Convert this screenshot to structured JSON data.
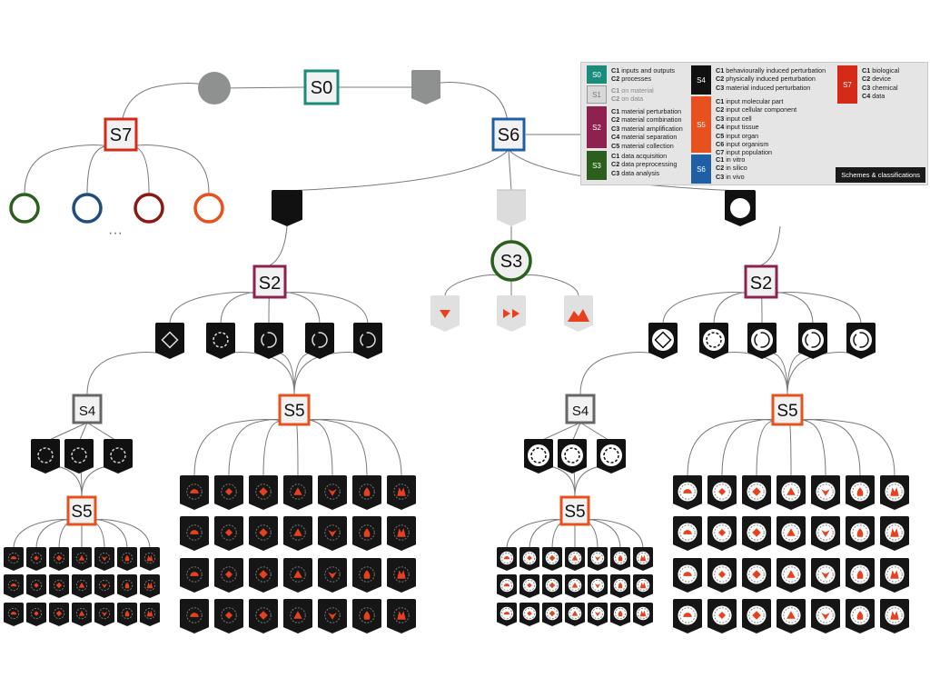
{
  "figure": {
    "ellipsis": "···"
  },
  "nodes": {
    "S0": "S0",
    "S2": "S2",
    "S3": "S3",
    "S4": "S4",
    "S5": "S5",
    "S6": "S6",
    "S7": "S7"
  },
  "colors": {
    "S0": "#1b8c7c",
    "S1": "#bdbdbd",
    "S2": "#8e2150",
    "S3": "#2b5f1e",
    "S4": "#111111",
    "S5": "#e8511d",
    "S6": "#1f5fa6",
    "S7": "#d42a17",
    "accent_red": "#e8401c",
    "tile": "#161616",
    "line": "#7a7a7a",
    "gray_node": "#8f9090"
  },
  "legend": {
    "blocks": [
      {
        "code": "S0",
        "color": "#1b8c7c",
        "muted": false,
        "items": [
          {
            "c": "C1",
            "t": "inputs and outputs"
          },
          {
            "c": "C2",
            "t": "processes"
          }
        ]
      },
      {
        "code": "S1",
        "color": "#d8d8d8",
        "muted": true,
        "items": [
          {
            "c": "C1",
            "t": "on material"
          },
          {
            "c": "C2",
            "t": "on data"
          }
        ]
      },
      {
        "code": "S2",
        "color": "#8e2150",
        "muted": false,
        "items": [
          {
            "c": "C1",
            "t": "material perturbation"
          },
          {
            "c": "C2",
            "t": "material combination"
          },
          {
            "c": "C3",
            "t": "material amplification"
          },
          {
            "c": "C4",
            "t": "material separation"
          },
          {
            "c": "C5",
            "t": "material collection"
          }
        ]
      },
      {
        "code": "S3",
        "color": "#2b5f1e",
        "muted": false,
        "items": [
          {
            "c": "C1",
            "t": "data acquisition"
          },
          {
            "c": "C2",
            "t": "data preprocessing"
          },
          {
            "c": "C3",
            "t": "data analysis"
          }
        ]
      },
      {
        "code": "S4",
        "color": "#111111",
        "muted": false,
        "items": [
          {
            "c": "C1",
            "t": "behaviourally induced perturbation"
          },
          {
            "c": "C2",
            "t": "physically induced perturbation"
          },
          {
            "c": "C3",
            "t": "material induced perturbation"
          }
        ]
      },
      {
        "code": "S5",
        "color": "#e8511d",
        "muted": false,
        "items": [
          {
            "c": "C1",
            "t": "input molecular part"
          },
          {
            "c": "C2",
            "t": "input cellular component"
          },
          {
            "c": "C3",
            "t": "input cell"
          },
          {
            "c": "C4",
            "t": "input tissue"
          },
          {
            "c": "C5",
            "t": "input organ"
          },
          {
            "c": "C6",
            "t": "input organism"
          },
          {
            "c": "C7",
            "t": "input population"
          }
        ]
      },
      {
        "code": "S6",
        "color": "#1f5fa6",
        "muted": false,
        "items": [
          {
            "c": "C1",
            "t": "in vitro"
          },
          {
            "c": "C2",
            "t": "in silico"
          },
          {
            "c": "C3",
            "t": "in vivo"
          }
        ]
      },
      {
        "code": "S7",
        "color": "#d42a17",
        "muted": false,
        "items": [
          {
            "c": "C1",
            "t": "biological"
          },
          {
            "c": "C2",
            "t": "device"
          },
          {
            "c": "C3",
            "t": "chemical"
          },
          {
            "c": "C4",
            "t": "data"
          }
        ]
      }
    ],
    "footer": "Schemes & classifications"
  }
}
